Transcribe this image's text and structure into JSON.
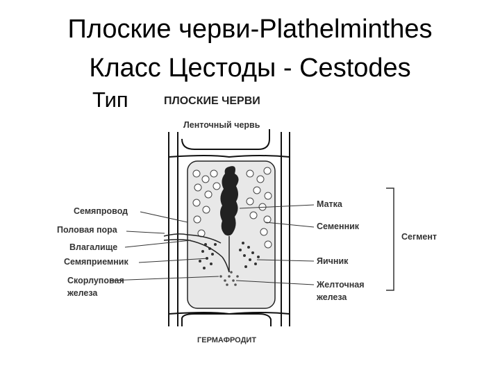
{
  "title": {
    "line1": "Плоские черви-Plathelminthes",
    "line2": "Класс Цестоды - Cestodes"
  },
  "type_label": "Тип",
  "diagram": {
    "heading": "ПЛОСКИЕ ЧЕРВИ",
    "subheading": "Ленточный червь",
    "caption": "ГЕРМАФРОДИТ",
    "labels_left": [
      "Семяпровод",
      "Половая пора",
      "Влагалище",
      "Семяприемник",
      "Скорлуповая",
      "железа"
    ],
    "labels_right": [
      "Матка",
      "Семенник",
      "Яичник",
      "Желточная",
      "железа"
    ],
    "bracket_label": "Сегмент"
  }
}
